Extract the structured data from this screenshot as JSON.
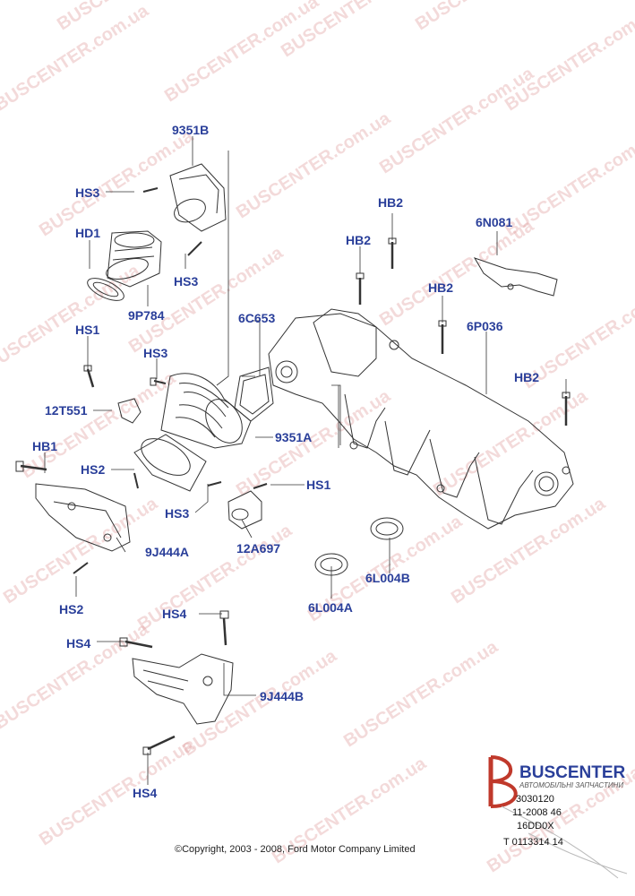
{
  "watermark": "BUSCENTER.com.ua",
  "copyright": "©Copyright, 2003 - 2008, Ford Motor Company Limited",
  "logo": {
    "title": "BUSCENTER",
    "subtitle": "АВТОМОБІЛЬНІ ЗАПЧАСТИНИ"
  },
  "ref_codes": [
    "3030120",
    "11-2008 46",
    "16DD0X",
    "T 0113314 14"
  ],
  "colors": {
    "label": "#2a3f9a",
    "line": "#333333",
    "logo_red": "#c0392b"
  },
  "labels": {
    "l_9351B": "9351B",
    "l_HS3_a": "HS3",
    "l_HD1": "HD1",
    "l_HS3_b": "HS3",
    "l_9P784": "9P784",
    "l_HS1_a": "HS1",
    "l_HS3_c": "HS3",
    "l_12T551": "12T551",
    "l_HB1": "HB1",
    "l_HS2_a": "HS2",
    "l_HS3_d": "HS3",
    "l_9J444A": "9J444A",
    "l_HS2_b": "HS2",
    "l_6C653": "6C653",
    "l_9351A": "9351A",
    "l_HS1_b": "HS1",
    "l_12A697": "12A697",
    "l_HB2_a": "HB2",
    "l_HB2_b": "HB2",
    "l_HB2_c": "HB2",
    "l_6N081": "6N081",
    "l_6P036": "6P036",
    "l_HB2_d": "HB2",
    "l_6L004B": "6L004B",
    "l_6L004A": "6L004A",
    "l_HS4_a": "HS4",
    "l_HS4_b": "HS4",
    "l_9J444B": "9J444B",
    "l_HS4_c": "HS4"
  }
}
